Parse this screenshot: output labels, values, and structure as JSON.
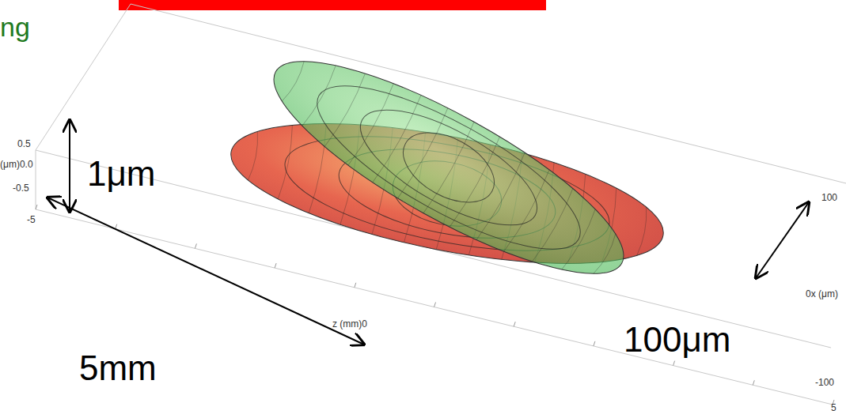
{
  "diagram": {
    "labels": [
      "ng",
      "0.5",
      "(μm)0.0",
      "-0.5",
      "-5",
      "z (mm)0",
      "5",
      "100",
      "0x (μm)",
      "-100",
      "1μm",
      "5mm",
      "100μm"
    ]
  }
}
